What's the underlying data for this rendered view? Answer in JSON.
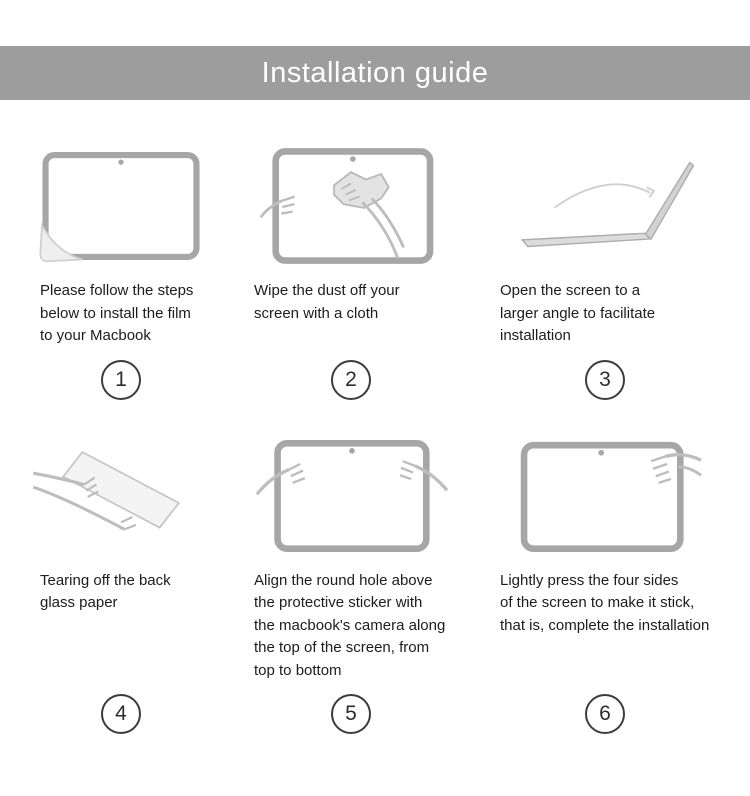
{
  "header": {
    "title": "Installation guide"
  },
  "steps": [
    {
      "number": "1",
      "text": "Please follow the steps\nbelow to install the film\nto your Macbook",
      "illustration": "screen-peel-corner-icon"
    },
    {
      "number": "2",
      "text": "Wipe the dust off your\nscreen with a cloth",
      "illustration": "wipe-screen-cloth-icon"
    },
    {
      "number": "3",
      "text": "Open the screen to a\nlarger angle to facilitate\ninstallation",
      "illustration": "open-laptop-angle-icon"
    },
    {
      "number": "4",
      "text": "Tearing off the back\nglass paper",
      "illustration": "tear-back-paper-icon"
    },
    {
      "number": "5",
      "text": "Align the round hole above\nthe protective sticker with\nthe macbook's camera along\nthe top of the screen, from\ntop to bottom",
      "illustration": "align-film-camera-icon"
    },
    {
      "number": "6",
      "text": "Lightly press the four sides\nof the screen to make it stick,\nthat is, complete the installation",
      "illustration": "press-four-sides-icon"
    }
  ],
  "colors": {
    "header_bg": "#9d9d9d",
    "header_text": "#ffffff",
    "line_art": "#b5b5b5",
    "bezel": "#a6a6a6",
    "body_text": "#1c1c1c"
  }
}
